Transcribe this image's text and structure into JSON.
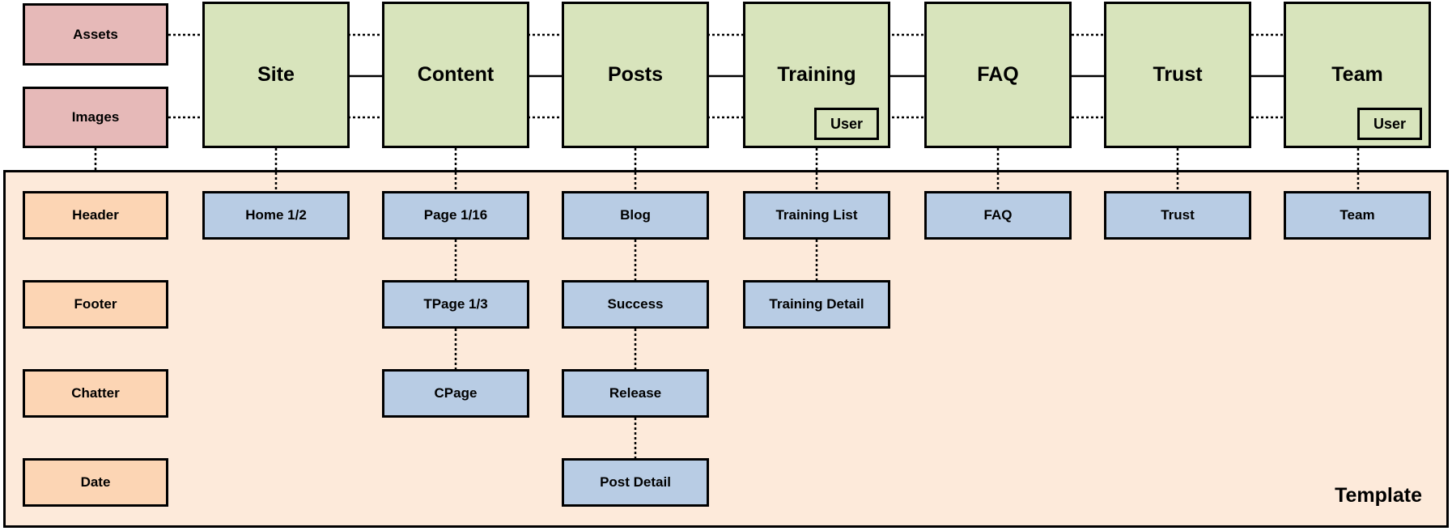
{
  "sources": [
    "Assets",
    "Images"
  ],
  "sections": [
    {
      "label": "Site",
      "pages": [
        "Home 1/2"
      ],
      "badge": ""
    },
    {
      "label": "Content",
      "pages": [
        "Page 1/16",
        "TPage 1/3",
        "CPage"
      ],
      "badge": ""
    },
    {
      "label": "Posts",
      "pages": [
        "Blog",
        "Success",
        "Release",
        "Post Detail"
      ],
      "badge": ""
    },
    {
      "label": "Training",
      "pages": [
        "Training List",
        "Training Detail"
      ],
      "badge": "User"
    },
    {
      "label": "FAQ",
      "pages": [
        "FAQ"
      ],
      "badge": ""
    },
    {
      "label": "Trust",
      "pages": [
        "Trust"
      ],
      "badge": ""
    },
    {
      "label": "Team",
      "pages": [
        "Team"
      ],
      "badge": "User"
    }
  ],
  "template": {
    "label": "Template",
    "parts": [
      "Header",
      "Footer",
      "Chatter",
      "Date"
    ]
  },
  "colors": {
    "source": "#e6b9b8",
    "section": "#d8e4bc",
    "template_part": "#fcd5b4",
    "page": "#b8cce4",
    "template_bg": "#fdeada"
  }
}
